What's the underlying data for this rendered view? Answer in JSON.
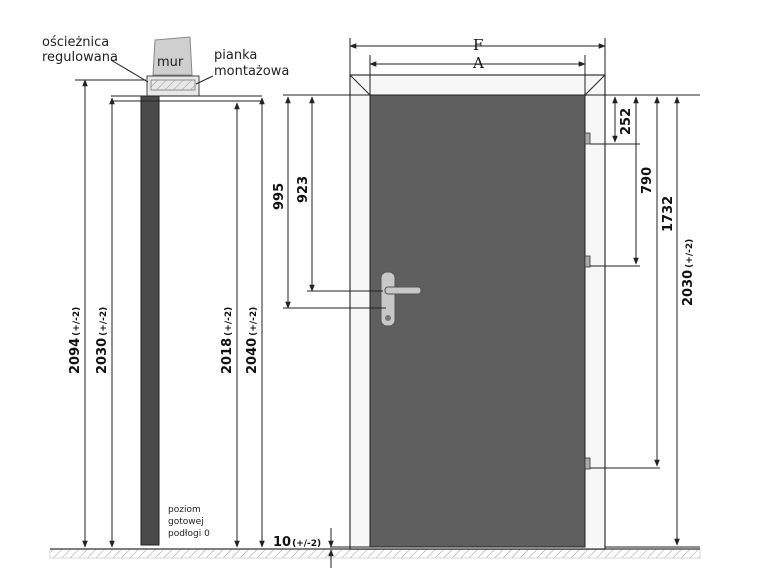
{
  "labels": {
    "frame_l1": "ościeżnica",
    "frame_l2": "regulowana",
    "wall": "mur",
    "foam_l1": "pianka",
    "foam_l2": "montażowa",
    "floor_l1": "poziom",
    "floor_l2": "gotowej",
    "floor_l3": "podłogi 0"
  },
  "letters": {
    "outer_width": "F",
    "inner_width": "A"
  },
  "dims": {
    "d2094": {
      "value": "2094",
      "tol": "(+/-2)"
    },
    "d2030a": {
      "value": "2030",
      "tol": "(+/-2)"
    },
    "d2018": {
      "value": "2018",
      "tol": "(+/-2)"
    },
    "d2040": {
      "value": "2040",
      "tol": "(+/-2)"
    },
    "d995": {
      "value": "995"
    },
    "d923": {
      "value": "923"
    },
    "d10": {
      "value": "10",
      "tol": "(+/-2)"
    },
    "d252": {
      "value": "252"
    },
    "d790": {
      "value": "790"
    },
    "d1732": {
      "value": "1732"
    },
    "d2030b": {
      "value": "2030",
      "tol": "(+/-2)"
    }
  },
  "colors": {
    "door_leaf": "#5f5f5f",
    "frame_fill": "#f7f7f7",
    "section": "#4a4a4a",
    "ground": "#d8d8d8",
    "handle": "#c8c8c8"
  }
}
